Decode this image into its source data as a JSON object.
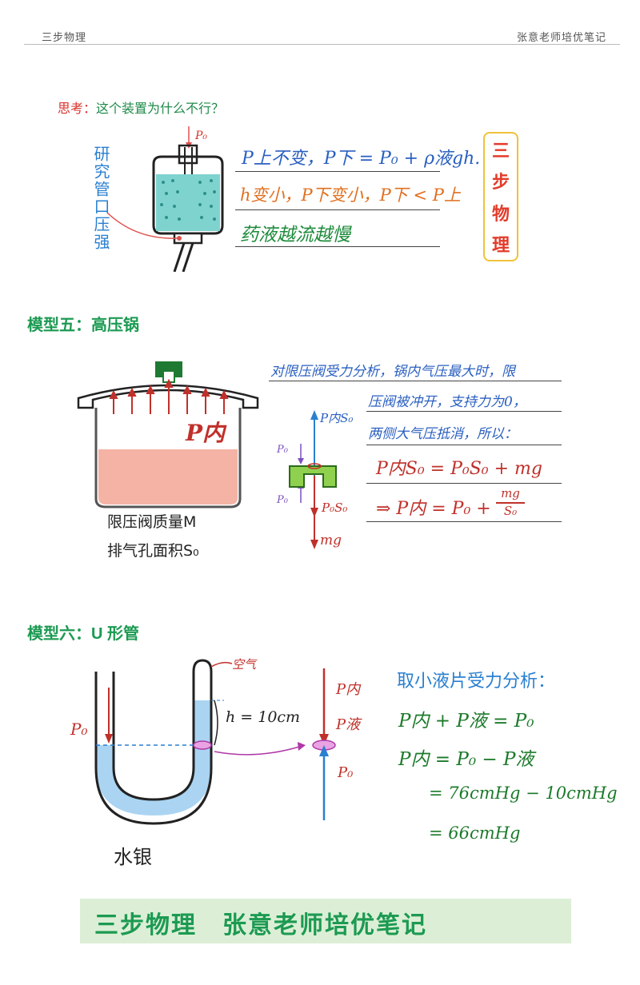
{
  "header": {
    "left": "三步物理",
    "right": "张意老师培优笔记"
  },
  "think": {
    "label": "思考：",
    "question": "这个装置为什么不行？"
  },
  "device1": {
    "p0": "P₀",
    "side_note": "研究管口压强",
    "lines": [
      "P上不变，P下 = P₀ + ρ液gh.",
      "h变小，P下变小，P下 < P上",
      "药液越流越慢"
    ]
  },
  "badge": [
    "三",
    "步",
    "物",
    "理"
  ],
  "model5": {
    "title": "模型五：高压锅",
    "p_inside": "P内",
    "mass_label": "限压阀质量M",
    "area_label": "排气孔面积S₀",
    "force_up": "P内S₀",
    "force_down": "P₀S₀",
    "weight": "mg",
    "p0_small": "P₀",
    "text_lines": [
      "对限压阀受力分析，锅内气压最大时，限",
      "压阀被冲开，支持力为0，",
      "两侧大气压抵消，所以："
    ],
    "eq1": "P内S₀ = P₀S₀ + mg",
    "eq2_prefix": "⇒ P内 = P₀ +",
    "eq2_num": "mg",
    "eq2_den": "S₀"
  },
  "model6": {
    "title": "模型六：U 形管",
    "air": "空气",
    "p0": "P₀",
    "h_label": "h = 10cm",
    "mercury": "水银",
    "force_top1": "P内",
    "force_top2": "P液",
    "force_bottom": "P₀",
    "analysis_title": "取小液片受力分析：",
    "eq_lines": [
      "P内 + P液 = P₀",
      "P内 = P₀ − P液",
      "= 76cmHg − 10cmHg",
      "= 66cmHg"
    ]
  },
  "footer": {
    "banner": "三步物理　张意老师培优笔记"
  }
}
